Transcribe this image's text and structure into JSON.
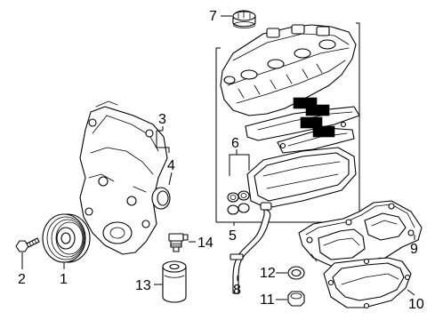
{
  "diagram": {
    "labels": {
      "p1": "1",
      "p2": "2",
      "p3": "3",
      "p4": "4",
      "p5": "5",
      "p6": "6",
      "p7": "7",
      "p8": "8",
      "p9": "9",
      "p10": "10",
      "p11": "11",
      "p12": "12",
      "p13": "13",
      "p14": "14"
    }
  },
  "colors": {
    "line": "#000000",
    "background": "#ffffff"
  }
}
